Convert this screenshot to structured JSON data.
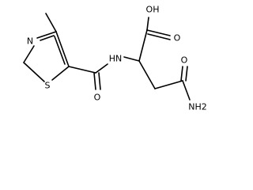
{
  "molecule": {
    "atoms": {
      "hydroxyl": "OH",
      "carboxyl_oxygen": "O",
      "amide_nitrogen": "HN",
      "carbonyl_oxygen": "O",
      "amide_oxygen": "O",
      "amine": "NH2",
      "ring_nitrogen": "N",
      "ring_sulfur": "S"
    }
  }
}
